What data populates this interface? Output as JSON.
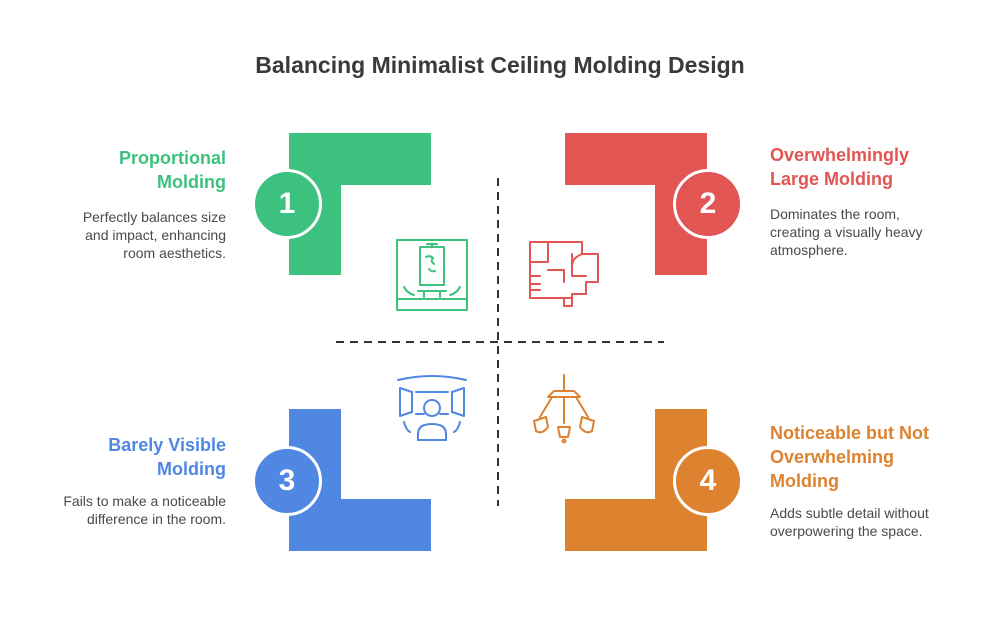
{
  "title": "Balancing Minimalist Ceiling Molding Design",
  "colors": {
    "green": "#3dc17e",
    "red": "#e25553",
    "blue": "#4f87e3",
    "orange": "#dd8330"
  },
  "quadrants": [
    {
      "number": "1",
      "heading_lines": [
        "Proportional",
        "Molding"
      ],
      "desc_lines": [
        "Perfectly balances size",
        "and impact, enhancing",
        "room aesthetics."
      ],
      "icon": "framed-picture-icon"
    },
    {
      "number": "2",
      "heading_lines": [
        "Overwhelmingly",
        "Large Molding"
      ],
      "desc_lines": [
        "Dominates the room,",
        "creating a visually heavy",
        "atmosphere."
      ],
      "icon": "floor-plan-icon"
    },
    {
      "number": "3",
      "heading_lines": [
        "Barely Visible",
        "Molding"
      ],
      "desc_lines": [
        "Fails to make a noticeable",
        "difference in the room."
      ],
      "icon": "person-in-room-icon"
    },
    {
      "number": "4",
      "heading_lines": [
        "Noticeable but Not",
        "Overwhelming",
        "Molding"
      ],
      "desc_lines": [
        "Adds subtle detail without",
        "overpowering the space."
      ],
      "icon": "chandelier-icon"
    }
  ]
}
